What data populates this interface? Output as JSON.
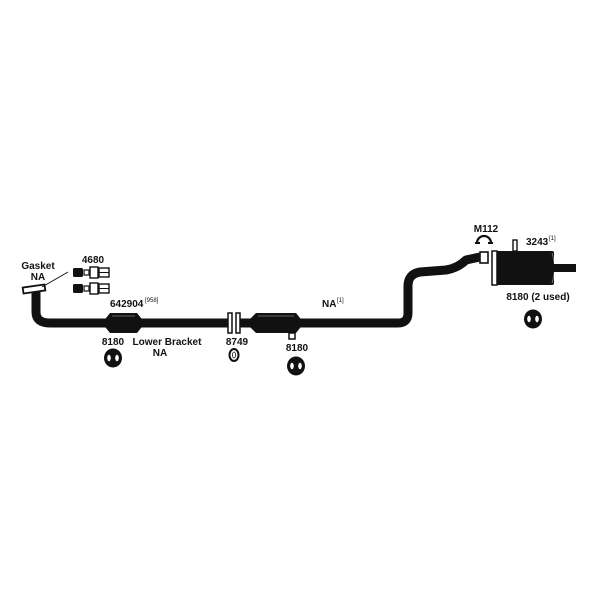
{
  "diagram": {
    "colors": {
      "ink": "#111111",
      "background": "#ffffff"
    },
    "labels": {
      "gasket": "Gasket",
      "gasket_na": "NA",
      "p4680": "4680",
      "p642904": "642904",
      "p642904_sup": "[958]",
      "lower_bracket": "Lower Bracket",
      "lower_bracket_na": "NA",
      "p8180_left": "8180",
      "p8749": "8749",
      "p8180_mid": "8180",
      "na_pipe": "NA",
      "na_pipe_sup": "[1]",
      "m112": "M112",
      "p3243": "3243",
      "p3243_sup": "[1]",
      "p8180_right": "8180 (2 used)"
    }
  }
}
